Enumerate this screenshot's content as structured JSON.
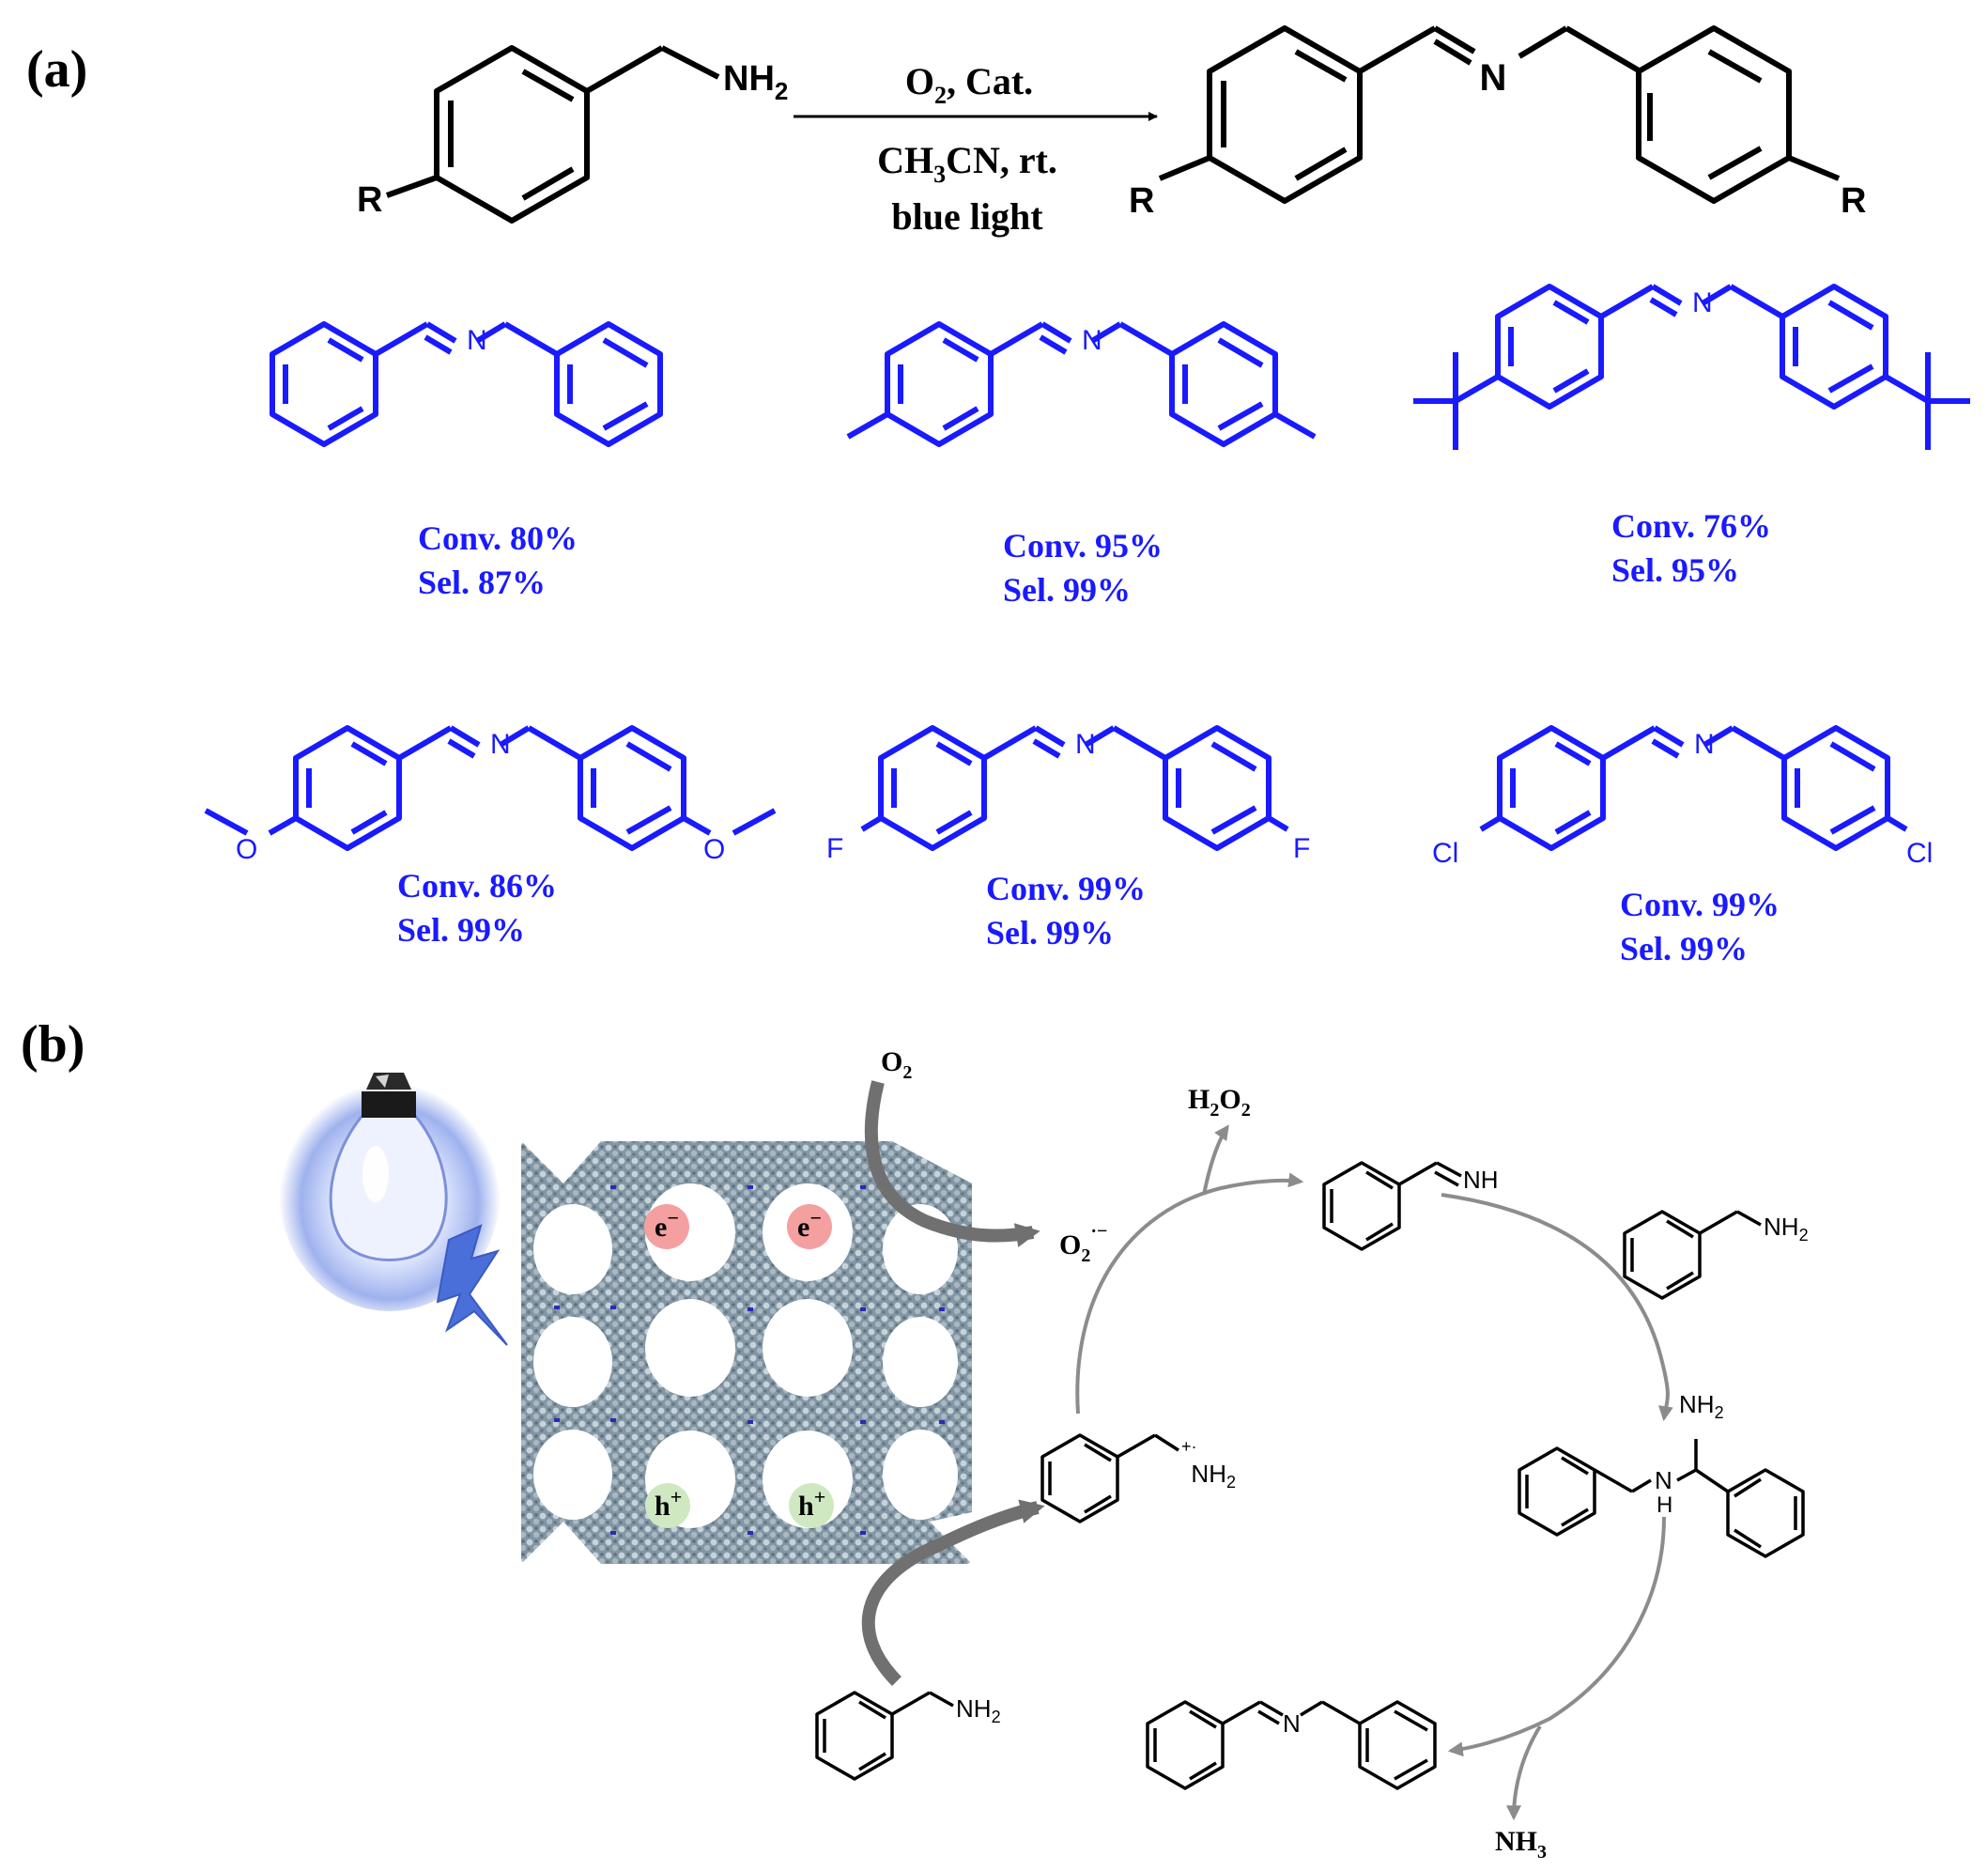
{
  "panel_a": {
    "label": "(a)",
    "reactant": {
      "substituent": "R",
      "amine": "NH",
      "amine_sub": "2"
    },
    "conditions": {
      "reagent_o": "O",
      "reagent_o_sub": "2",
      "reagent_rest": ", Cat.",
      "solvent_ch": "CH",
      "solvent_sub": "3",
      "solvent_rest": "CN, rt.",
      "light": "blue light"
    },
    "product": {
      "imine_n": "N",
      "substituent_left": "R",
      "substituent_right": "R"
    },
    "substrates": [
      {
        "conv": "Conv. 80%",
        "sel": "Sel. 87%"
      },
      {
        "conv": "Conv. 95%",
        "sel": "Sel. 99%"
      },
      {
        "conv": "Conv. 76%",
        "sel": "Sel. 95%"
      },
      {
        "conv": "Conv. 86%",
        "sel": "Sel. 99%",
        "atom_left": "O",
        "atom_right": "O"
      },
      {
        "conv": "Conv. 99%",
        "sel": "Sel. 99%",
        "atom_left": "F",
        "atom_right": "F"
      },
      {
        "conv": "Conv. 99%",
        "sel": "Sel. 99%",
        "atom_left": "Cl",
        "atom_right": "Cl"
      }
    ],
    "imine_n": "N",
    "colors": {
      "substrate": "#1a1aff",
      "ink": "#000000"
    }
  },
  "panel_b": {
    "label": "(b)",
    "electron": "e",
    "electron_sup": "−",
    "hole": "h",
    "hole_sup": "+",
    "o2": {
      "main": "O",
      "sub": "2"
    },
    "superoxide": {
      "main": "O",
      "sub": "2",
      "sup": "·−"
    },
    "h2o2": {
      "a": "H",
      "sub1": "2",
      "b": "O",
      "sub2": "2"
    },
    "imine_nh": "NH",
    "benzylamine_nh": "NH",
    "benzylamine_sub": "2",
    "radical_cation": {
      "main": "NH",
      "sub": "2",
      "sup": "+·"
    },
    "aminal_top": {
      "main": "NH",
      "sub": "2"
    },
    "aminal_n": "N",
    "aminal_h": "H",
    "product_n": "N",
    "nh3": {
      "main": "NH",
      "sub": "3"
    },
    "colors": {
      "arrow": "#8c8c8c",
      "framework": "#6e8290",
      "framework_light": "#b9c6cf",
      "nitrogen": "#2a2ab8",
      "electron_fill": "#f4a0a0",
      "hole_fill": "#cfe8c2",
      "bulb_glow": "#8fa3ea",
      "bolt": "#4a6fd8"
    },
    "icons": [
      "light-bulb-icon",
      "lightning-bolt-icon"
    ]
  }
}
